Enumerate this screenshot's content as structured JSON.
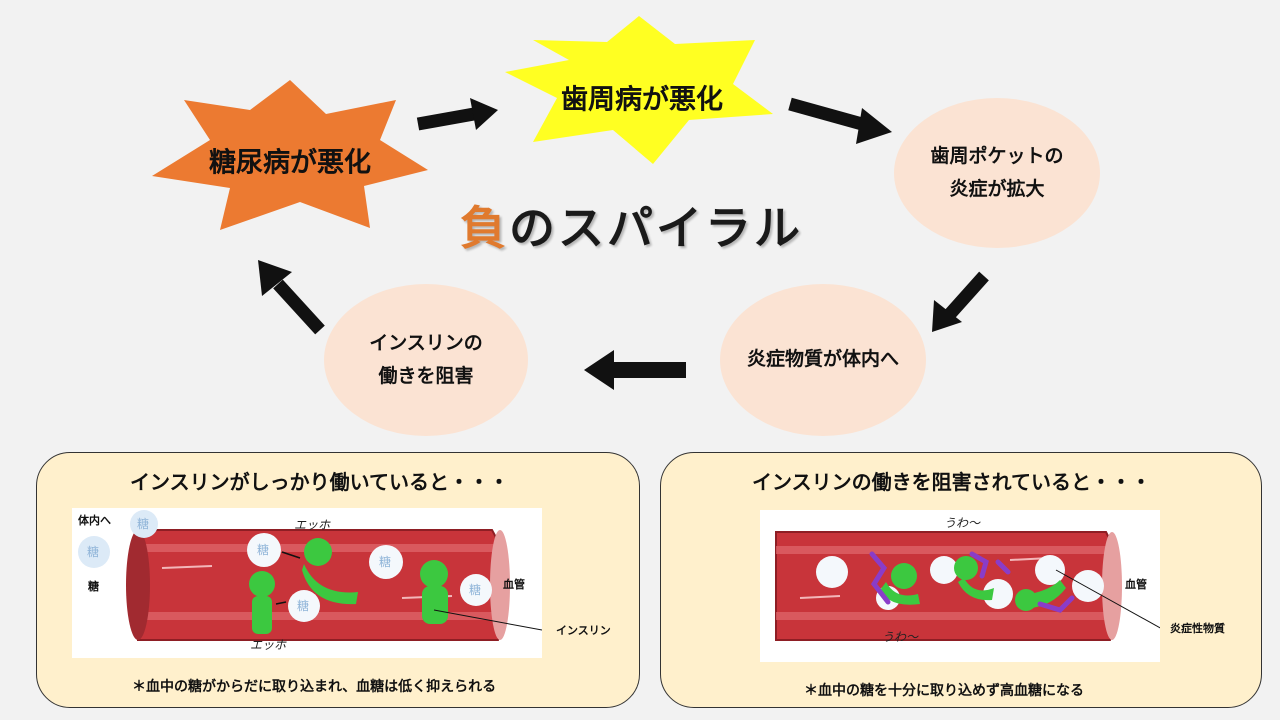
{
  "title": {
    "prefix": "負",
    "rest": "のスパイラル"
  },
  "cycle": {
    "diabetes": "糖尿病が悪化",
    "periodontal": "歯周病が悪化",
    "pocket": [
      "歯周ポケットの",
      "炎症が拡大"
    ],
    "inflammatory": "炎症物質が体内へ",
    "insulin_block": [
      "インスリンの",
      "働きを阻害"
    ]
  },
  "left_panel": {
    "title": "インスリンがしっかり働いていると・・・",
    "label_body": "体内へ",
    "label_sugar": "糖",
    "sugar_glyph": "糖",
    "label_vessel": "血管",
    "label_insulin": "インスリン",
    "handwriting_1": "エッホ",
    "handwriting_2": "エッホ",
    "note": "＊血中の糖がからだに取り込まれ、血糖は低く抑えられる"
  },
  "right_panel": {
    "title": "インスリンの働きを阻害されていると・・・",
    "label_vessel": "血管",
    "label_inflammatory": "炎症性物質",
    "handwriting_1": "うわ～",
    "handwriting_2": "うわ～",
    "note": "＊血中の糖を十分に取り込めず高血糖になる"
  },
  "colors": {
    "background": "#f2f2f2",
    "star_orange": "#ec7a31",
    "star_yellow": "#ffff22",
    "bubble": "#fbe3d3",
    "title_accent": "#e07a2e",
    "panel_bg": "#fff0cc",
    "vessel_red": "#c8343a",
    "insulin_green": "#3cc840",
    "inflammatory_purple": "#8a3cc8"
  },
  "icons": [
    "arrow-right-icon",
    "arrow-down-right-icon",
    "arrow-down-left-icon",
    "arrow-left-icon",
    "arrow-up-left-icon",
    "sugar-icon",
    "insulin-character-icon",
    "blood-vessel-icon"
  ]
}
